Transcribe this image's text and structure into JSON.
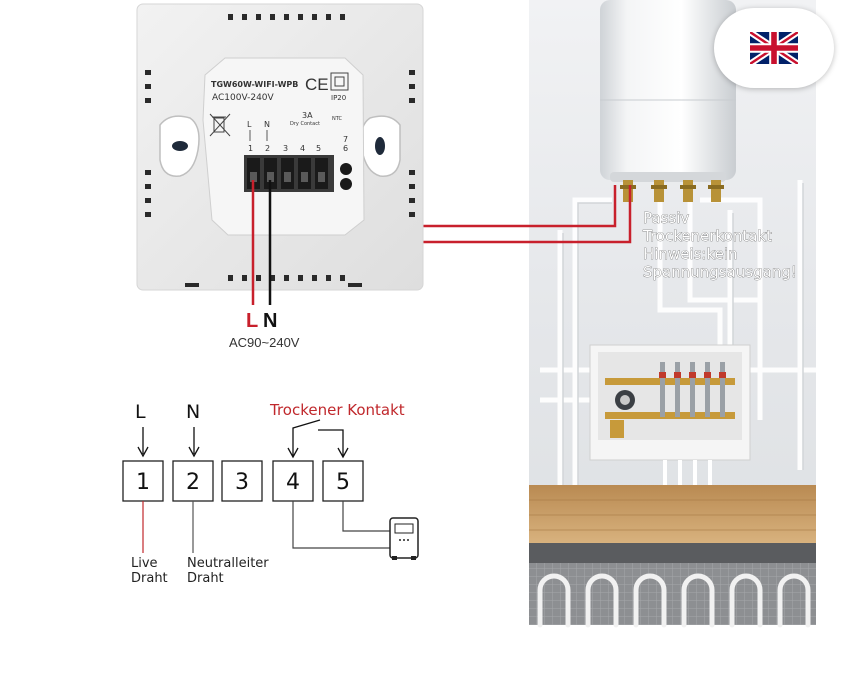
{
  "device": {
    "model": "TGW60W-WIFI-WPB",
    "ce_mark": "CE",
    "voltage_rating": "AC100V-240V",
    "ip_rating": "IP20",
    "current": "3A",
    "dry_contact": "Dry Contact",
    "ntc": "NTC",
    "terminal_labels": [
      "L",
      "N",
      "",
      "",
      "",
      ""
    ],
    "terminal_numbers": [
      "1",
      "2",
      "3",
      "4",
      "5",
      "6",
      "7"
    ]
  },
  "wiring": {
    "live_label": "L",
    "neutral_label": "N",
    "supply_voltage": "AC90~240V"
  },
  "heater_note": {
    "line1": "Passiv",
    "line2": "Trockenerkontakt",
    "line3": "Hinweis:kein",
    "line4": "Spannungsausgang!"
  },
  "schematic": {
    "input_L": "L",
    "input_N": "N",
    "dry_contact_title": "Trockener Kontakt",
    "terminals": [
      "1",
      "2",
      "3",
      "4",
      "5"
    ],
    "live_wire_line1": "Live",
    "live_wire_line2": "Draht",
    "neutral_wire_line1": "Neutralleiter",
    "neutral_wire_line2": "Draht"
  },
  "language_icon": "uk-flag-icon",
  "colors": {
    "live_red": "#c8202c",
    "title_red": "#c0282c",
    "neutral_black": "#111111",
    "annotation_white": "#ffffff"
  }
}
